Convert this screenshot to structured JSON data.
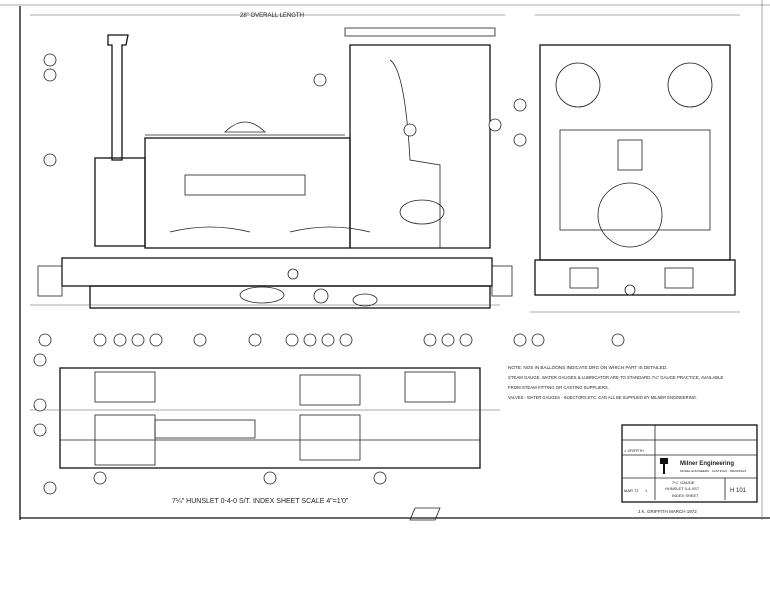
{
  "drawing": {
    "overall_length_dim": "28\" OVERALL LENGTH",
    "caption": "7¼\" HUNSLET 0-4-0 S/T.   INDEX SHEET   SCALE 4\"=1'0\"",
    "signature": "J.K. GRIFFITH  MARCH 1972",
    "notes": [
      "NOTE: NOS IN BALLOONS INDICATE DRG ON WHICH PART IS DETAILED.",
      "STEAM GAUGE, WATER GAUGES & LUBRICATOR ARE TO STANDARD 7¼\" GAUGE PRACTICE, AVAILABLE",
      "FROM STEAM FITTING OR CASTING SUPPLIERS.",
      "VALVES - WATER GAUGES - INJECTORS ETC. CAN ALL BE SUPPLIED BY MILNER ENGINEERING."
    ],
    "title_block": {
      "company": "Milner Engineering",
      "company_detail": "MODEL ENGINEERS · CASTINGS · DRAWINGS",
      "drawn_by": "J. GRIFFITH",
      "gauge": "7¼\" GAUGE",
      "title": "HUNSLET 0-4-0ST",
      "sheet_title": "INDEX SHEET",
      "sheet_no": "1",
      "drawing_no": "H 101",
      "date": "MAR 72"
    }
  }
}
